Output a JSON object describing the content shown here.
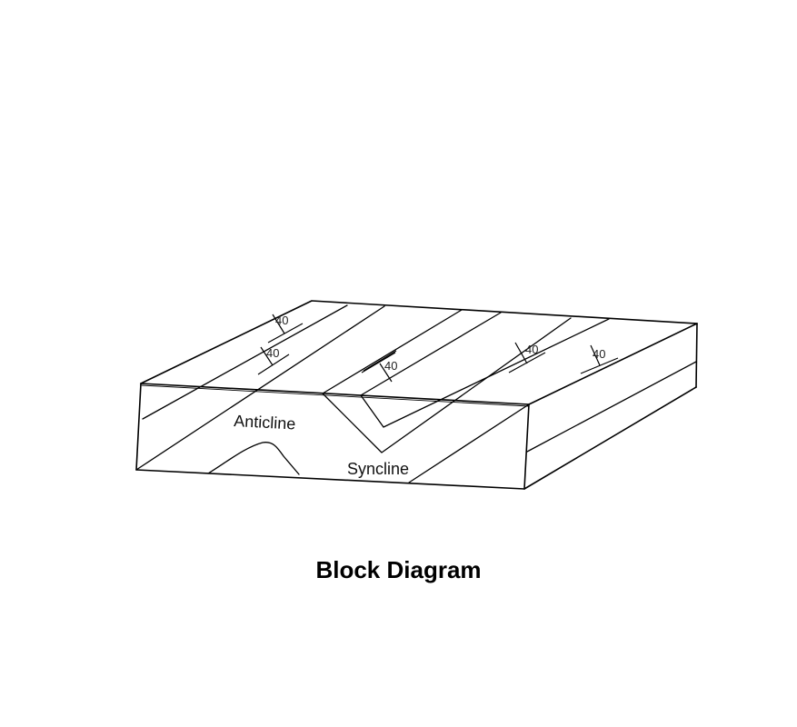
{
  "title": "Block Diagram",
  "labels": {
    "anticline": "Anticline",
    "syncline": "Syncline"
  },
  "strike_dip_symbols": [
    {
      "dip": "40"
    },
    {
      "dip": "40"
    },
    {
      "dip": "40"
    },
    {
      "dip": "40"
    },
    {
      "dip": "40"
    }
  ],
  "colors": {
    "line": "#000000",
    "background": "#ffffff"
  }
}
